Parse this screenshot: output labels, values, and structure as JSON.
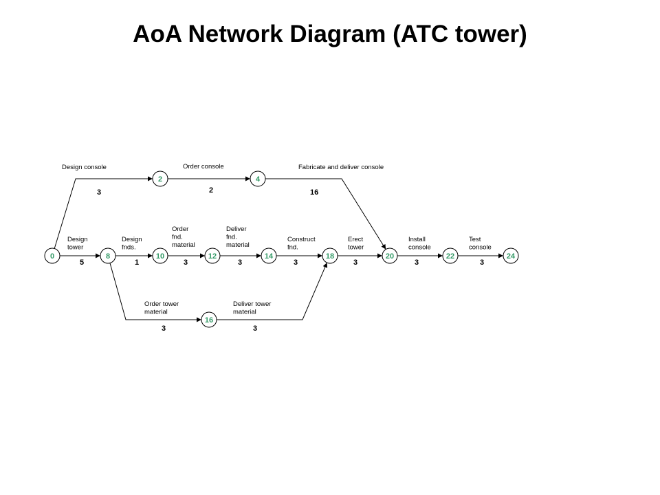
{
  "title": "AoA Network Diagram (ATC tower)",
  "colors": {
    "node_label": "#339966",
    "line": "#000000"
  },
  "nodes": [
    {
      "id": "n0",
      "label": "0"
    },
    {
      "id": "n8",
      "label": "8"
    },
    {
      "id": "n10",
      "label": "10"
    },
    {
      "id": "n12",
      "label": "12"
    },
    {
      "id": "n14",
      "label": "14"
    },
    {
      "id": "n18",
      "label": "18"
    },
    {
      "id": "n20",
      "label": "20"
    },
    {
      "id": "n22",
      "label": "22"
    },
    {
      "id": "n24",
      "label": "24"
    },
    {
      "id": "n2",
      "label": "2"
    },
    {
      "id": "n4",
      "label": "4"
    },
    {
      "id": "n16",
      "label": "16"
    }
  ],
  "activities": [
    {
      "id": "design-console",
      "lines": [
        "Design console"
      ],
      "duration": "3"
    },
    {
      "id": "order-console",
      "lines": [
        "Order console"
      ],
      "duration": "2"
    },
    {
      "id": "fabricate-deliver-console",
      "lines": [
        "Fabricate and deliver console"
      ],
      "duration": "16"
    },
    {
      "id": "design-tower",
      "lines": [
        "Design",
        "tower"
      ],
      "duration": "5"
    },
    {
      "id": "design-fnds",
      "lines": [
        "Design",
        "fnds."
      ],
      "duration": "1"
    },
    {
      "id": "order-fnd-material",
      "lines": [
        "Order",
        "fnd.",
        "material"
      ],
      "duration": "3"
    },
    {
      "id": "deliver-fnd-material",
      "lines": [
        "Deliver",
        "fnd.",
        "material"
      ],
      "duration": "3"
    },
    {
      "id": "construct-fnd",
      "lines": [
        "Construct",
        "fnd."
      ],
      "duration": "3"
    },
    {
      "id": "erect-tower",
      "lines": [
        "Erect",
        "tower"
      ],
      "duration": "3"
    },
    {
      "id": "install-console",
      "lines": [
        "Install",
        "console"
      ],
      "duration": "3"
    },
    {
      "id": "test-console",
      "lines": [
        "Test",
        "console"
      ],
      "duration": "3"
    },
    {
      "id": "order-tower-material",
      "lines": [
        "Order tower",
        "material"
      ],
      "duration": "3"
    },
    {
      "id": "deliver-tower-material",
      "lines": [
        "Deliver tower",
        "material"
      ],
      "duration": "3"
    }
  ]
}
